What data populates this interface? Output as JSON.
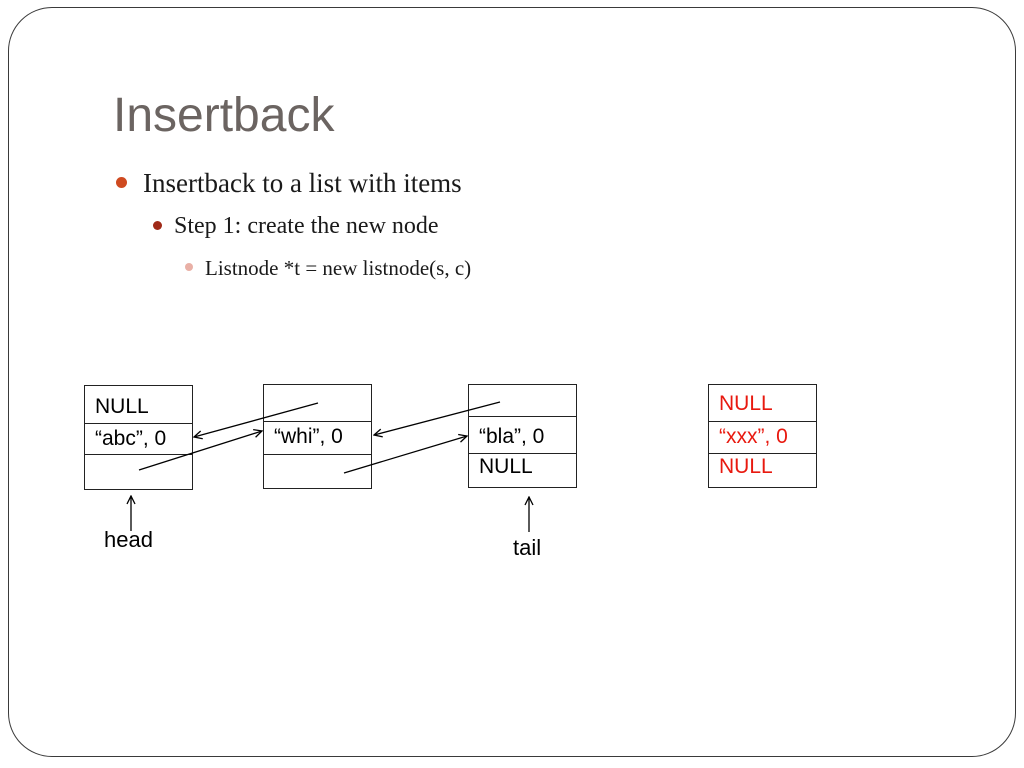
{
  "slide": {
    "title": "Insertback",
    "bullets": [
      "Insertback to a list with items",
      "Step 1: create the new node",
      "Listnode *t = new listnode(s, c)"
    ]
  },
  "diagram": {
    "nodes": [
      {
        "prev": "NULL",
        "data": "“abc”, 0",
        "next": ""
      },
      {
        "prev": "",
        "data": "“whi”, 0",
        "next": ""
      },
      {
        "prev": "",
        "data": "“bla”, 0",
        "next": "NULL"
      },
      {
        "prev": "NULL",
        "data": "“xxx”, 0",
        "next": "NULL"
      }
    ],
    "head_label": "head",
    "tail_label": "tail"
  },
  "colors": {
    "title": "#6b6461",
    "new_node_text": "#e8190f",
    "bullet_level1": "#cf4a20",
    "bullet_level2": "#a02a18",
    "bullet_level3": "#e9b0a6"
  },
  "icons": [
    "arrow-up-icon",
    "bullet-dot-icon"
  ]
}
